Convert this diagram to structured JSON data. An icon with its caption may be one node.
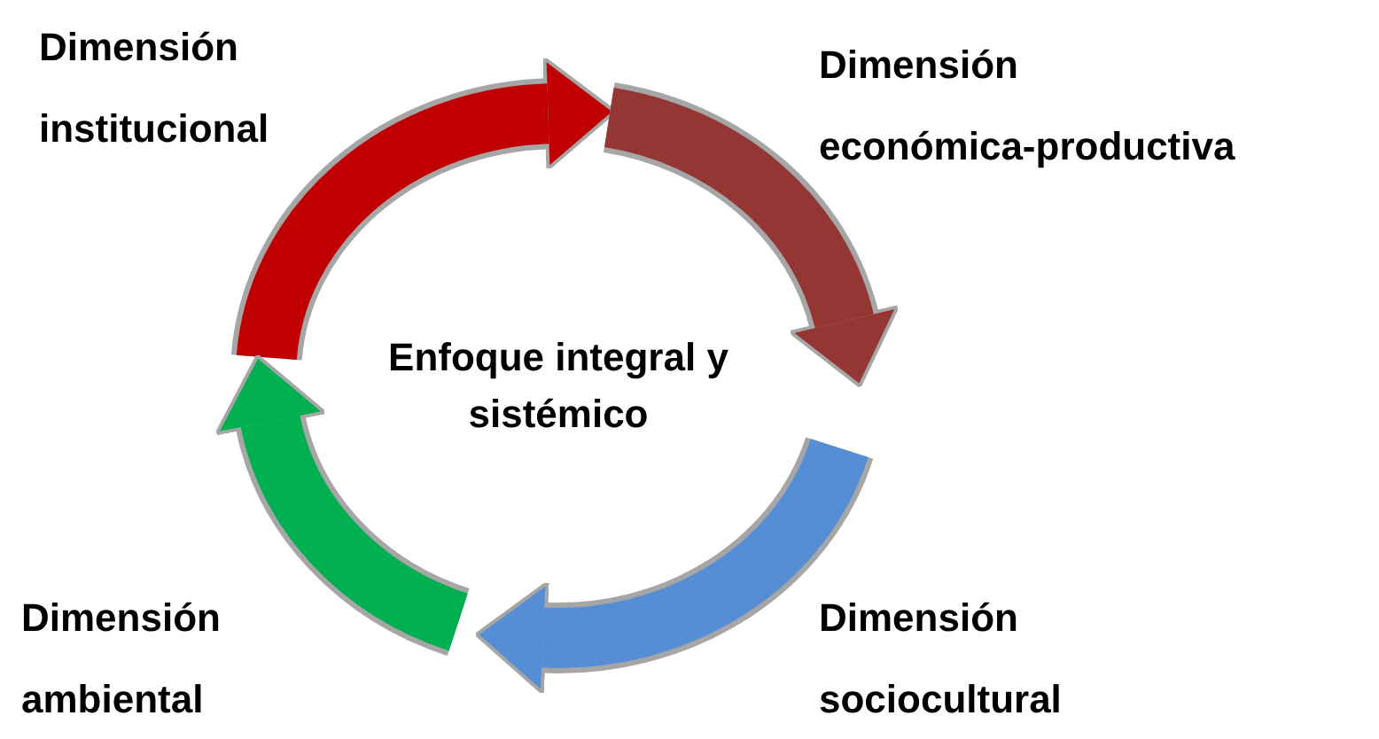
{
  "diagram": {
    "nodes": [
      {
        "text": [],
        "shape": "arrow",
        "beside": [
          "Dimensión institucional"
        ]
      },
      {
        "text": [],
        "shape": "arrow",
        "beside": [
          "Dimensión económica-productiva"
        ]
      },
      {
        "text": [],
        "shape": "arrow",
        "beside": [
          "Dimensión sociocultural"
        ]
      },
      {
        "text": [],
        "shape": "arrow",
        "beside": [
          "Dimensión ambiental"
        ]
      },
      {
        "text": [
          "Enfoque integral y sistémico"
        ]
      }
    ]
  }
}
